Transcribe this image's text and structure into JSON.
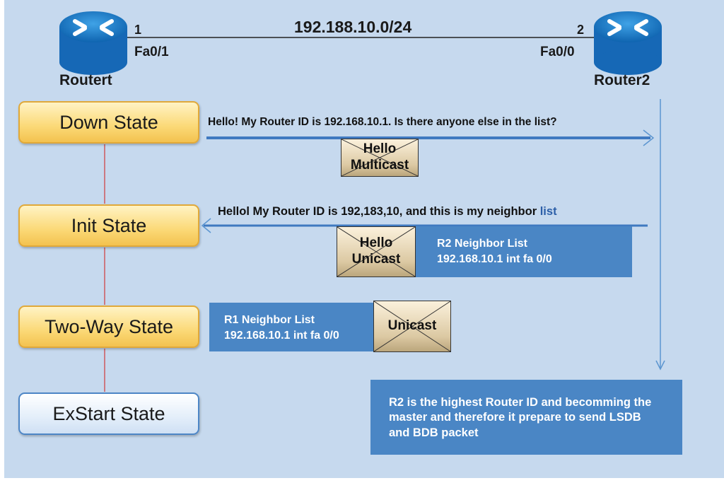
{
  "network": "192.188.10.0/24",
  "router1": {
    "name": "Routert",
    "port_num": "1",
    "interface": "Fa0/1"
  },
  "router2": {
    "name": "Router2",
    "port_num": "2",
    "interface": "Fa0/0"
  },
  "states": [
    "Down State",
    "Init State",
    "Two-Way State",
    "ExStart State"
  ],
  "messages": {
    "hello1": "Hello! My Router ID is 192.168.10.1. Is there anyone else in the list?",
    "hello2": "Hellol My Router ID is 192,183,10, and this is my neighbor ",
    "hello2_last": "list"
  },
  "envelopes": {
    "e1": [
      "Hello",
      "Multicast"
    ],
    "e2": [
      "Hello",
      "Unicast"
    ],
    "e3": [
      "Unicast"
    ]
  },
  "r2_list": {
    "title": "R2 Neighbor List",
    "entry": "192.168.10.1 int fa 0/0"
  },
  "r1_list": {
    "title": "R1 Neighbor List",
    "entry": "192.168.10.1 int fa 0/0"
  },
  "note": "R2 is the highest Router ID and becomming the master and therefore it prepare to send LSDB and BDB packet"
}
